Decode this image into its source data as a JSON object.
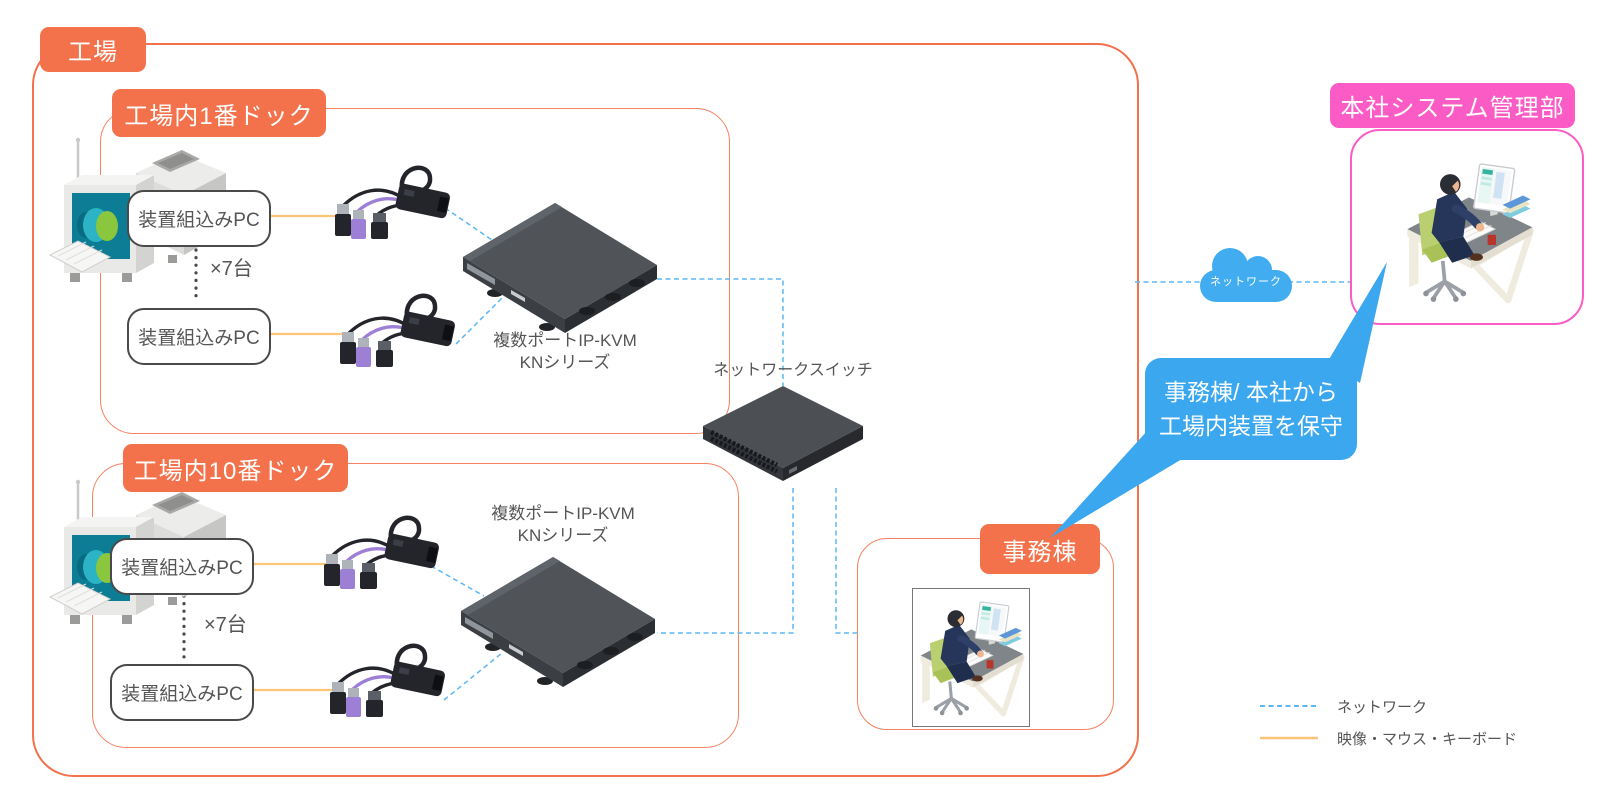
{
  "colors": {
    "orange": "#F3714B",
    "orange_light_border": "#F68261",
    "pink": "#FB5BC5",
    "callout_blue": "#3BA7EF",
    "cloud_blue": "#42ACF0",
    "network_dash_blue": "#5BB8F5",
    "kvm_cable_yellow": "#FBC577",
    "text_gray": "#555555"
  },
  "factory": {
    "label": "工場",
    "docks": [
      {
        "label": "工場内1番ドック",
        "pc_top": "装置組込みPC",
        "pc_bottom": "装置組込みPC",
        "multiplier": "×7台",
        "kvm_line1": "複数ポートIP-KVM",
        "kvm_line2": "KNシリーズ"
      },
      {
        "label": "工場内10番ドック",
        "pc_top": "装置組込みPC",
        "pc_bottom": "装置組込みPC",
        "multiplier": "×7台",
        "kvm_line1": "複数ポートIP-KVM",
        "kvm_line2": "KNシリーズ"
      }
    ],
    "switch_label": "ネットワークスイッチ",
    "office": {
      "label": "事務棟"
    }
  },
  "headquarters": {
    "label": "本社システム管理部"
  },
  "cloud": {
    "label": "ネットワーク"
  },
  "callout": {
    "line1": "事務棟/ 本社から",
    "line2": "工場内装置を保守"
  },
  "legend": {
    "network_label": "ネットワーク",
    "cable_label": "映像・マウス・キーボード"
  }
}
